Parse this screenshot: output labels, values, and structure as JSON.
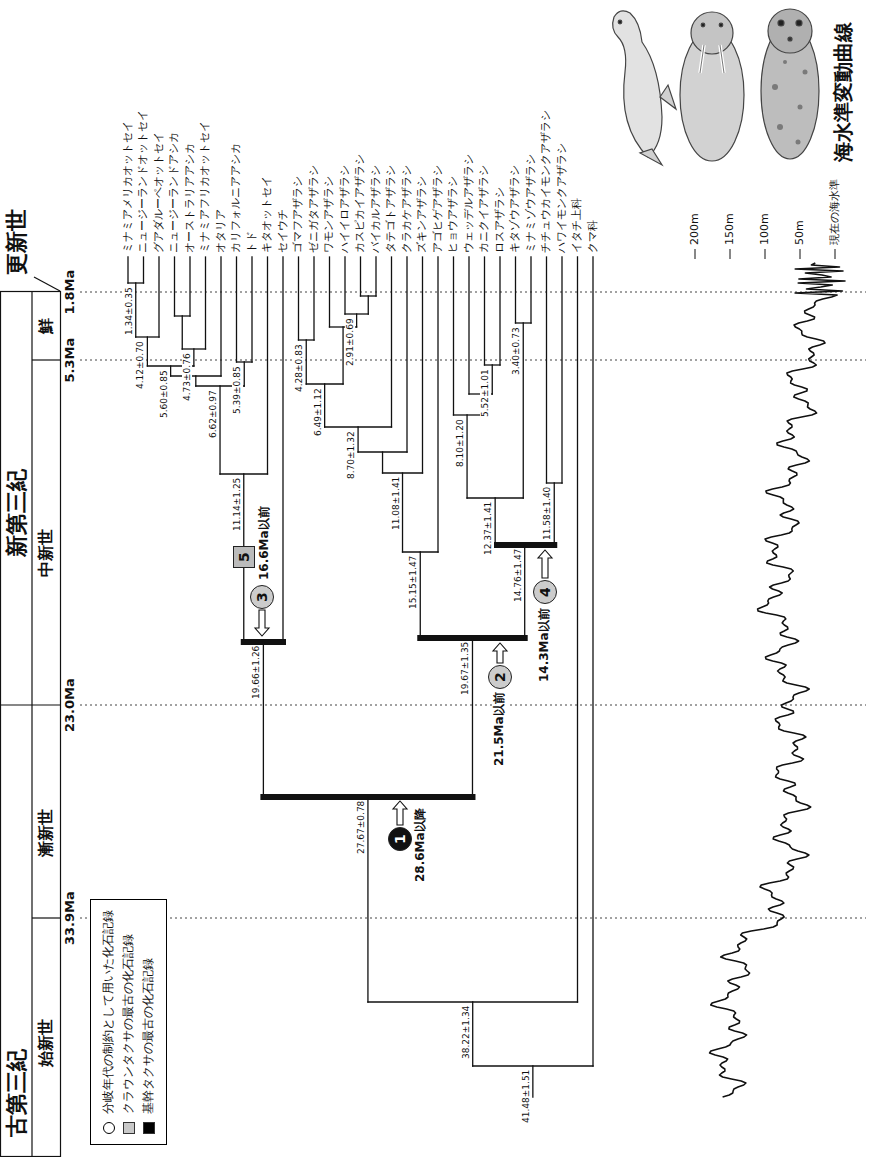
{
  "diagram": {
    "nodes": [
      {
        "text": [
          "1"
        ]
      },
      {
        "text": [
          "2"
        ]
      },
      {
        "text": [
          "3"
        ]
      },
      {
        "text": [
          "4"
        ]
      },
      {
        "text": [
          "5"
        ]
      }
    ],
    "labels": [
      "古第三紀",
      "始新世",
      "漸新世",
      "33.9Ma",
      "23.0Ma",
      "新第三紀",
      "中新世",
      "鮮",
      "5.3Ma",
      "1.8Ma",
      "更新世",
      "ミナミアメリカオットセイ",
      "ニュージーランドオットセイ",
      "グアダルーペオットセイ",
      "ニュージーランドアシカ",
      "オーストラリアアシカ",
      "ミナミアフリカオットセイ",
      "オタリア",
      "カリフォルニアアシカ",
      "トド",
      "キタオットセイ",
      "セイウチ",
      "ゴマフアザラシ",
      "ゼニガタアザラシ",
      "ワモンアザラシ",
      "ハイイロアザラシ",
      "カスピカイアザラシ",
      "バイカルアザラシ",
      "タテゴトアザラシ",
      "クラカケアザラシ",
      "ズキンアザラシ",
      "アゴヒゲアザラシ",
      "ヒョウアザラシ",
      "ウェッデルアザラシ",
      "カニクイアザラシ",
      "ロスアザラシ",
      "キタゾウアザラシ",
      "ミナミゾウアザラシ",
      "チチュウカイモンクアザラシ",
      "ハワイモンクアザラシ",
      "イタチ上科",
      "クマ科",
      "41.48±1.51",
      "38.22±1.34",
      "27.67±0.78",
      "19.66±1.26",
      "11.14±1.25",
      "6.62±0.97",
      "5.60±0.85",
      "4.12±0.70",
      "1.34±0.35",
      "4.73±0.76",
      "5.39±0.85",
      "19.67±1.35",
      "15.15±1.47",
      "11.08±1.41",
      "8.70±1.32",
      "6.49±1.12",
      "4.28±0.83",
      "2.91±0.69",
      "14.76±1.47",
      "12.37±1.41",
      "8.10±1.20",
      "5.52±1.01",
      "3.40±0.73",
      "11.58±1.40",
      "28.6Ma以降",
      "21.5Ma以前",
      "16.6Ma以前",
      "14.3Ma以前",
      "200m",
      "150m",
      "100m",
      "50m",
      "現在の海水準",
      "海水準変動曲線"
    ],
    "legend": [
      {
        "text": "分岐年代の制約として用いた化石記録"
      },
      {
        "text": "クラウンタクサの最古の化石記録",
        "color": "#c8c8c8"
      },
      {
        "text": "基幹タクサの最古の化石記録",
        "color": "#000000"
      }
    ]
  }
}
